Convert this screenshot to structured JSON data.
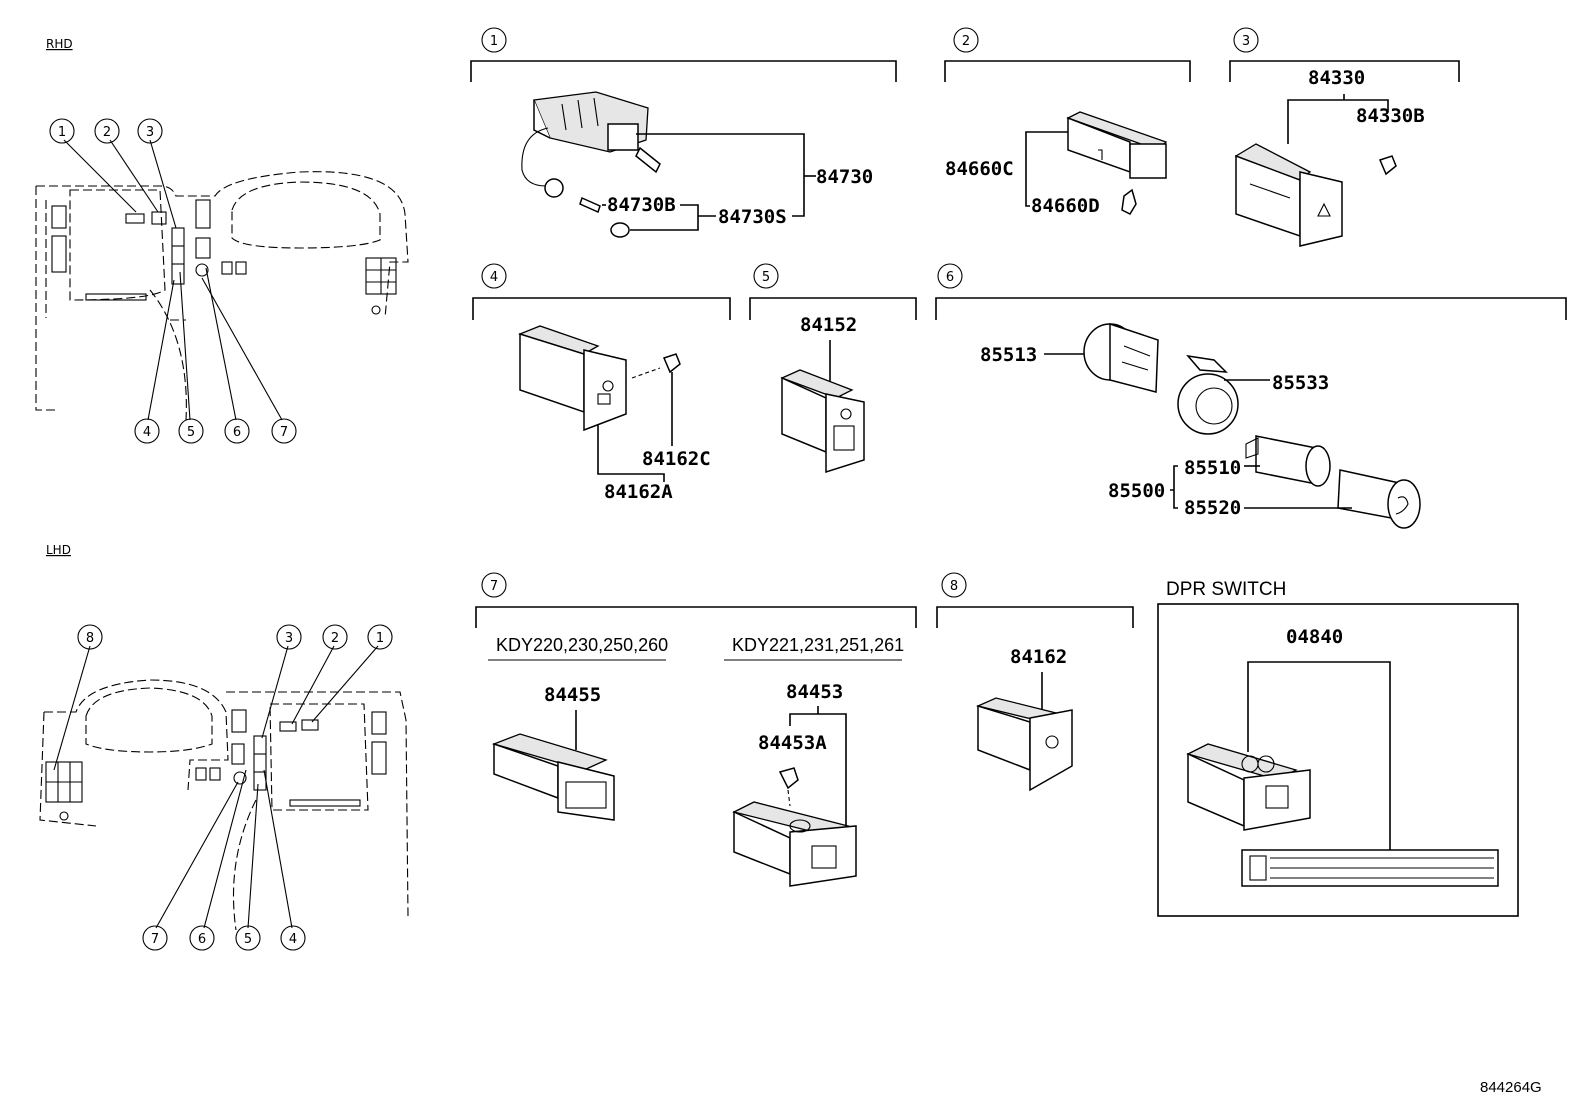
{
  "layouts": {
    "rhd_label": "RHD",
    "lhd_label": "LHD",
    "rhd_callouts": [
      "1",
      "2",
      "3",
      "4",
      "5",
      "6",
      "7"
    ],
    "lhd_callouts": [
      "8",
      "3",
      "2",
      "1",
      "7",
      "6",
      "5",
      "4"
    ]
  },
  "sections": {
    "s1": {
      "number": "1",
      "parts": [
        "84730",
        "84730B",
        "84730S"
      ]
    },
    "s2": {
      "number": "2",
      "parts": [
        "84660C",
        "84660D"
      ]
    },
    "s3": {
      "number": "3",
      "parts": [
        "84330",
        "84330B"
      ]
    },
    "s4": {
      "number": "4",
      "parts": [
        "84162C",
        "84162A"
      ]
    },
    "s5": {
      "number": "5",
      "parts": [
        "84152"
      ]
    },
    "s6": {
      "number": "6",
      "parts": [
        "85513",
        "85533",
        "85510",
        "85500",
        "85520"
      ]
    },
    "s7": {
      "number": "7",
      "models_a": "KDY220,230,250,260",
      "models_b": "KDY221,231,251,261",
      "parts": [
        "84455",
        "84453",
        "84453A"
      ]
    },
    "s8": {
      "number": "8",
      "parts": [
        "84162"
      ]
    },
    "dpr": {
      "title": "DPR SWITCH",
      "parts": [
        "04840"
      ]
    }
  },
  "figure_id": "844264G"
}
